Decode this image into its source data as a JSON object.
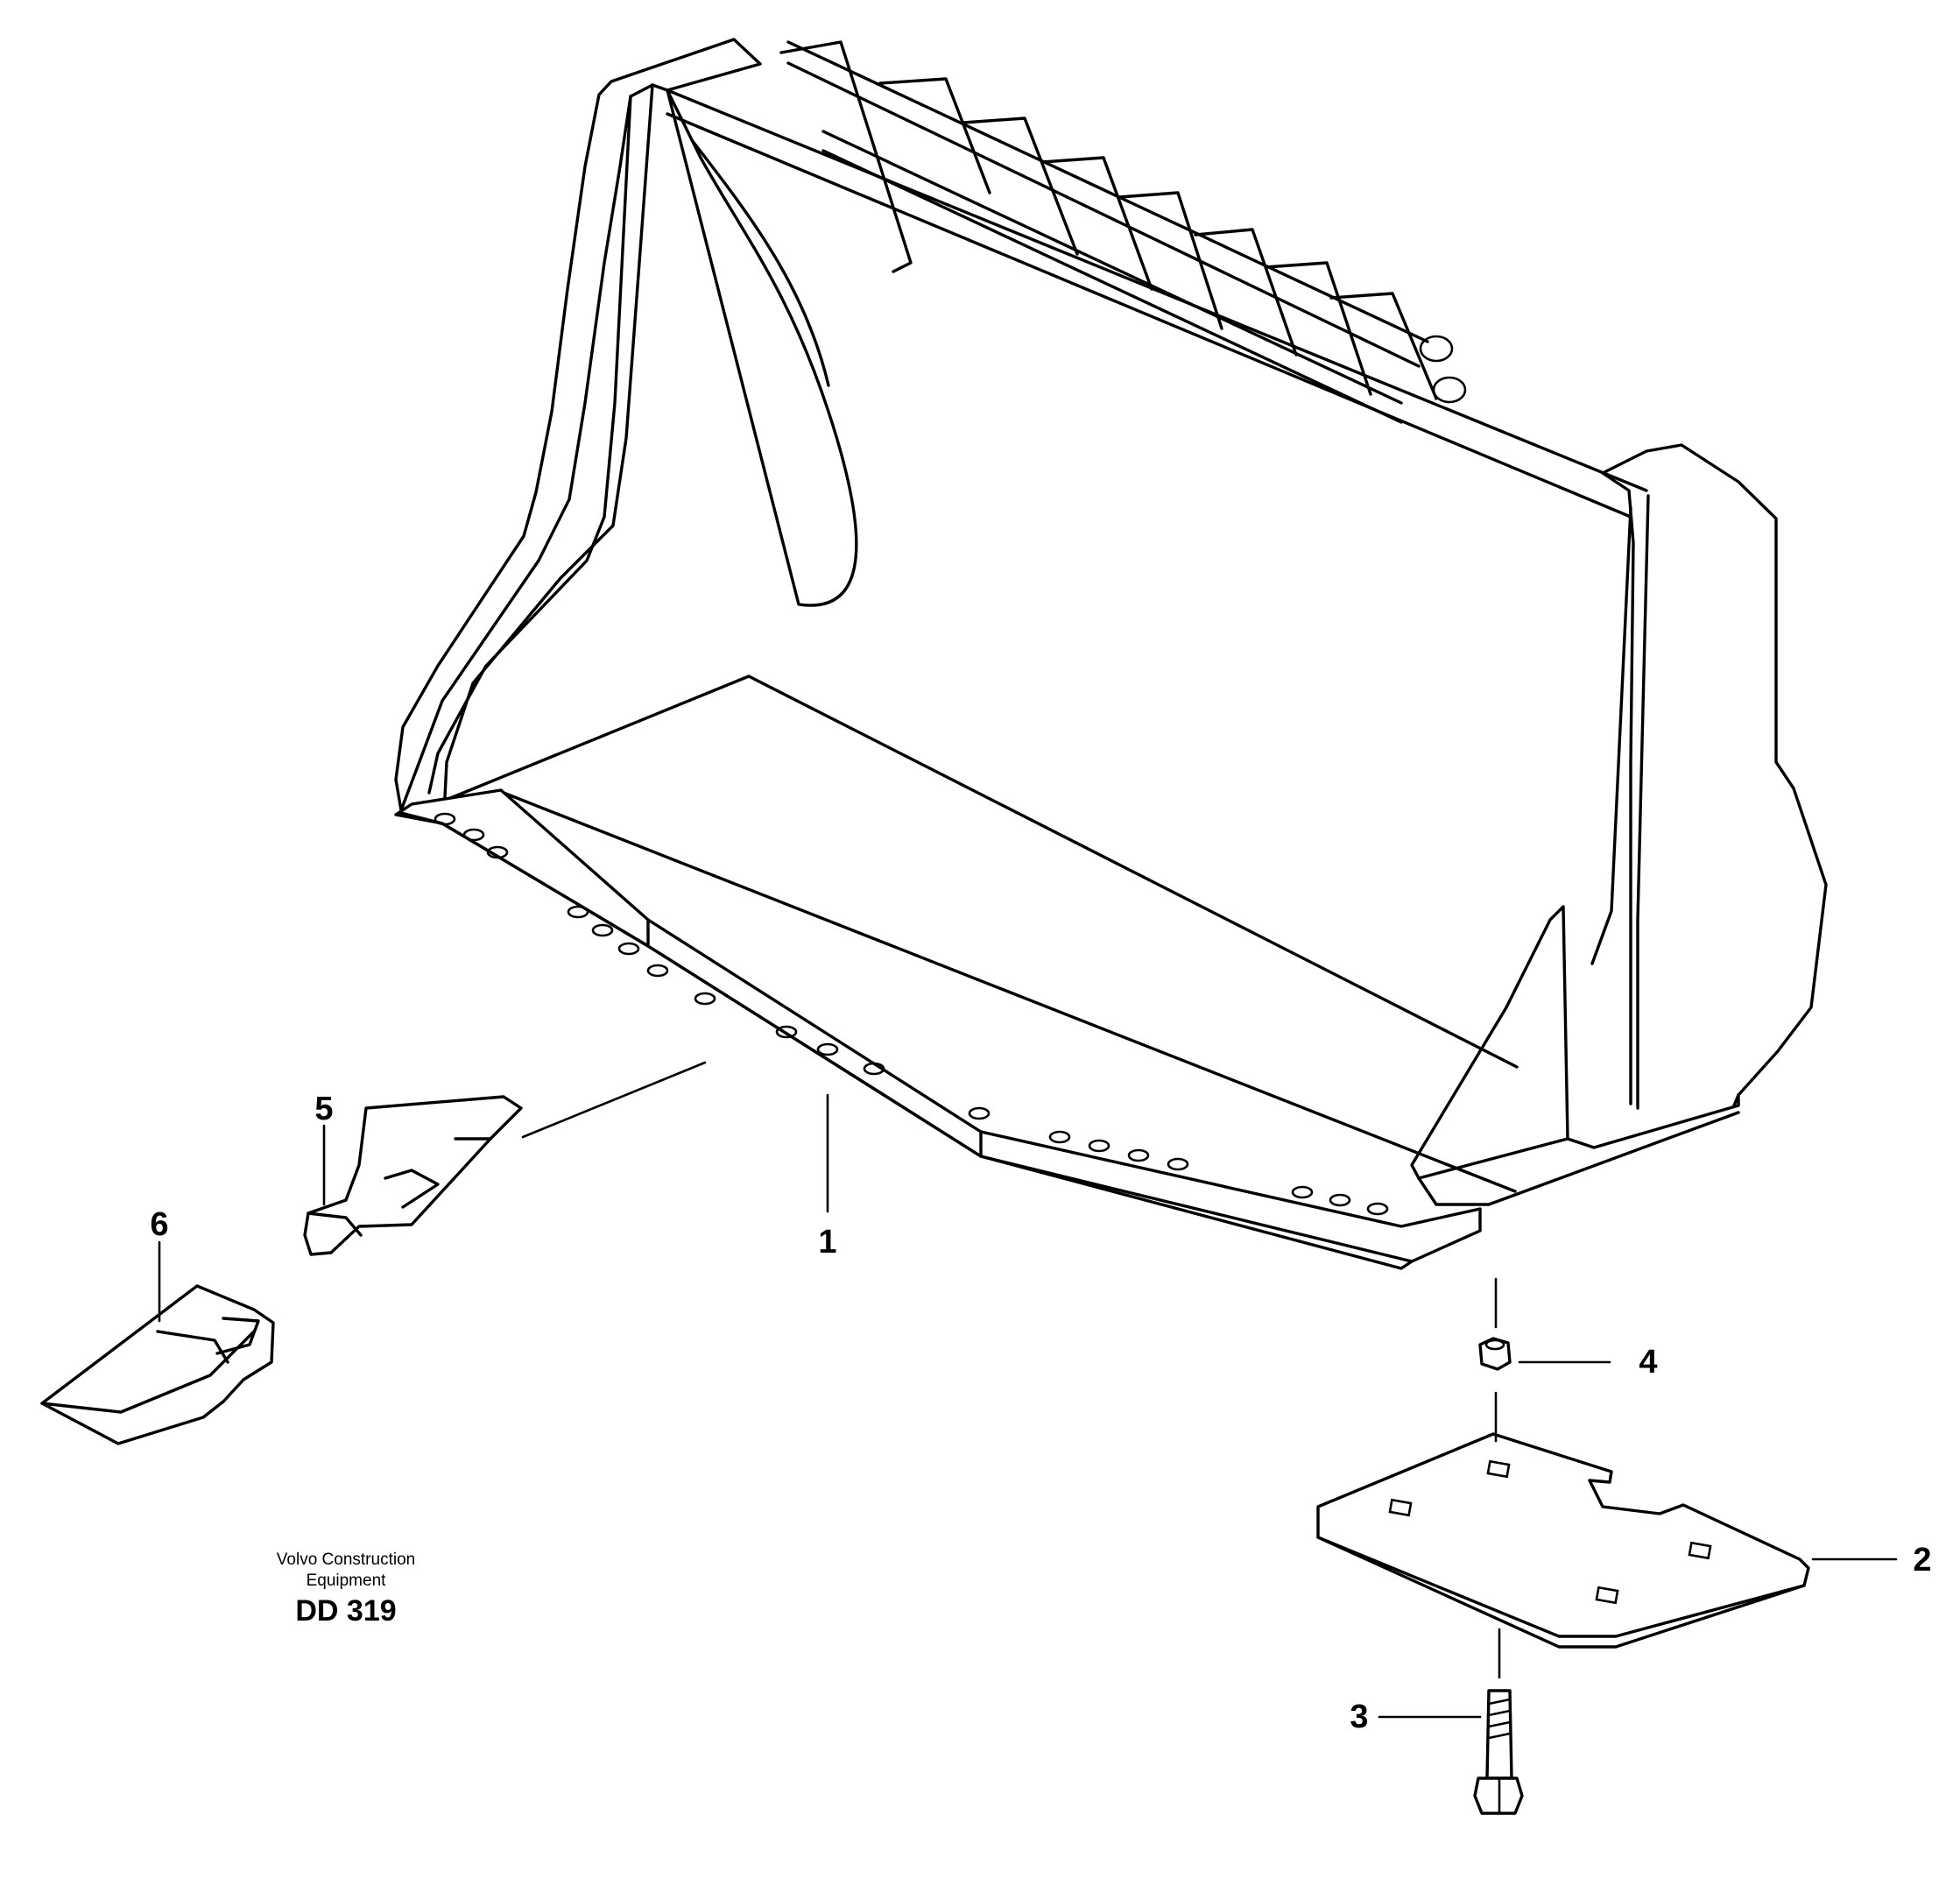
{
  "figure": {
    "credit_line1": "Volvo Construction",
    "credit_line2": "Equipment",
    "doc_id": "DD 319"
  },
  "callouts": [
    {
      "id": "1",
      "label": "1"
    },
    {
      "id": "2",
      "label": "2"
    },
    {
      "id": "3",
      "label": "3"
    },
    {
      "id": "4",
      "label": "4"
    },
    {
      "id": "5",
      "label": "5"
    },
    {
      "id": "6",
      "label": "6"
    }
  ]
}
